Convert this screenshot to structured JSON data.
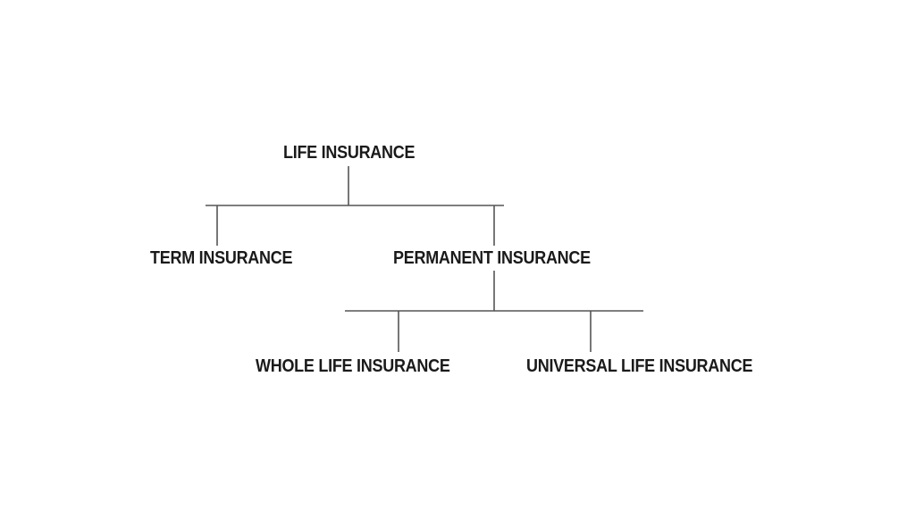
{
  "diagram": {
    "root": "LIFE INSURANCE",
    "term": "TERM INSURANCE",
    "permanent": "PERMANENT INSURANCE",
    "whole_life": "WHOLE LIFE INSURANCE",
    "universal_life": "UNIVERSAL LIFE INSURANCE"
  },
  "colors": {
    "text": "#1a1a1a",
    "connector": "#555555",
    "background": "#ffffff"
  }
}
